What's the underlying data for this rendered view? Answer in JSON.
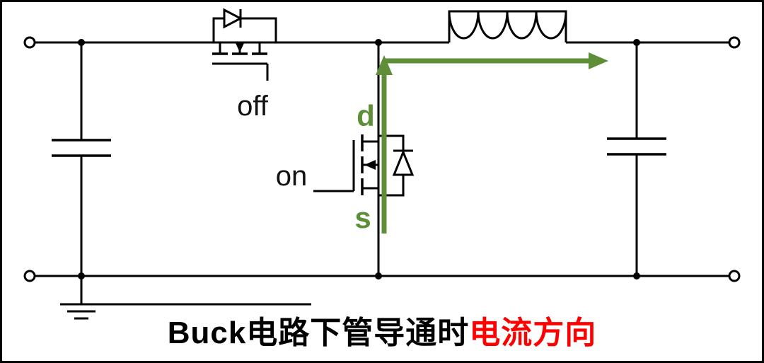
{
  "diagram": {
    "type": "circuit-schematic",
    "caption": {
      "prefix": "Buck电路下管导通时",
      "highlight": "电流方向"
    },
    "labels": {
      "high_side_switch_state": "off",
      "low_side_switch_state": "on",
      "mosfet_drain": "d",
      "mosfet_source": "s"
    },
    "components": [
      "input-terminal-top",
      "input-terminal-bottom",
      "input-capacitor",
      "high-side-mosfet-with-body-diode",
      "low-side-mosfet-with-body-diode",
      "inductor",
      "output-capacitor",
      "ground",
      "output-terminal-top",
      "output-terminal-bottom",
      "current-direction-arrow"
    ],
    "colors": {
      "wire": "#000000",
      "current_arrow": "#5e8f38",
      "caption_text": "#000000",
      "caption_highlight": "#ff0000",
      "background": "#ffffff"
    }
  }
}
